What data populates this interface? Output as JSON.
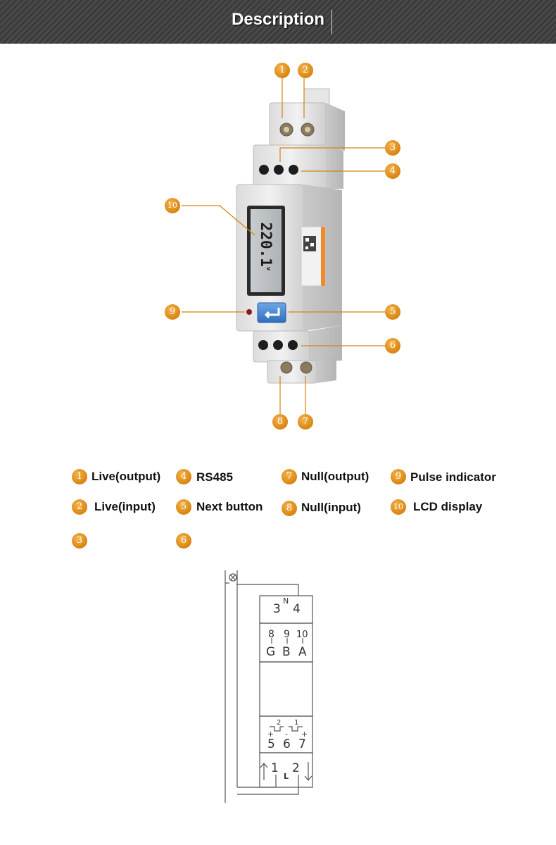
{
  "header": {
    "title": "Description"
  },
  "callouts": [
    "1",
    "2",
    "3",
    "4",
    "5",
    "6",
    "7",
    "8",
    "9",
    "10"
  ],
  "lcd": {
    "reading": "220.1",
    "unit": "v"
  },
  "legend": [
    {
      "num": "1",
      "label": "Live(output)"
    },
    {
      "num": "2",
      "label": "Live(input)"
    },
    {
      "num": "3",
      "label": ""
    },
    {
      "num": "4",
      "label": "RS485"
    },
    {
      "num": "5",
      "label": "Next button"
    },
    {
      "num": "6",
      "label": ""
    },
    {
      "num": "7",
      "label": "Null(output)"
    },
    {
      "num": "8",
      "label": "Null(input)"
    },
    {
      "num": "9",
      "label": "Pulse indicator"
    },
    {
      "num": "10",
      "label": "LCD display"
    }
  ],
  "wiring": {
    "n_left": "3",
    "n_mid": "N",
    "n_right": "4",
    "t8": "8",
    "t9": "9",
    "t10": "10",
    "g": "G",
    "b": "B",
    "a": "A",
    "p2": "2",
    "p1": "1",
    "plus_a": "+",
    "minus": "-",
    "plus_b": "+",
    "t5": "5",
    "t6": "6",
    "t7": "7",
    "l_left": "1",
    "l_mid": "L",
    "l_right": "2"
  },
  "colors": {
    "badge": "#e08b14",
    "header": "#444444"
  }
}
